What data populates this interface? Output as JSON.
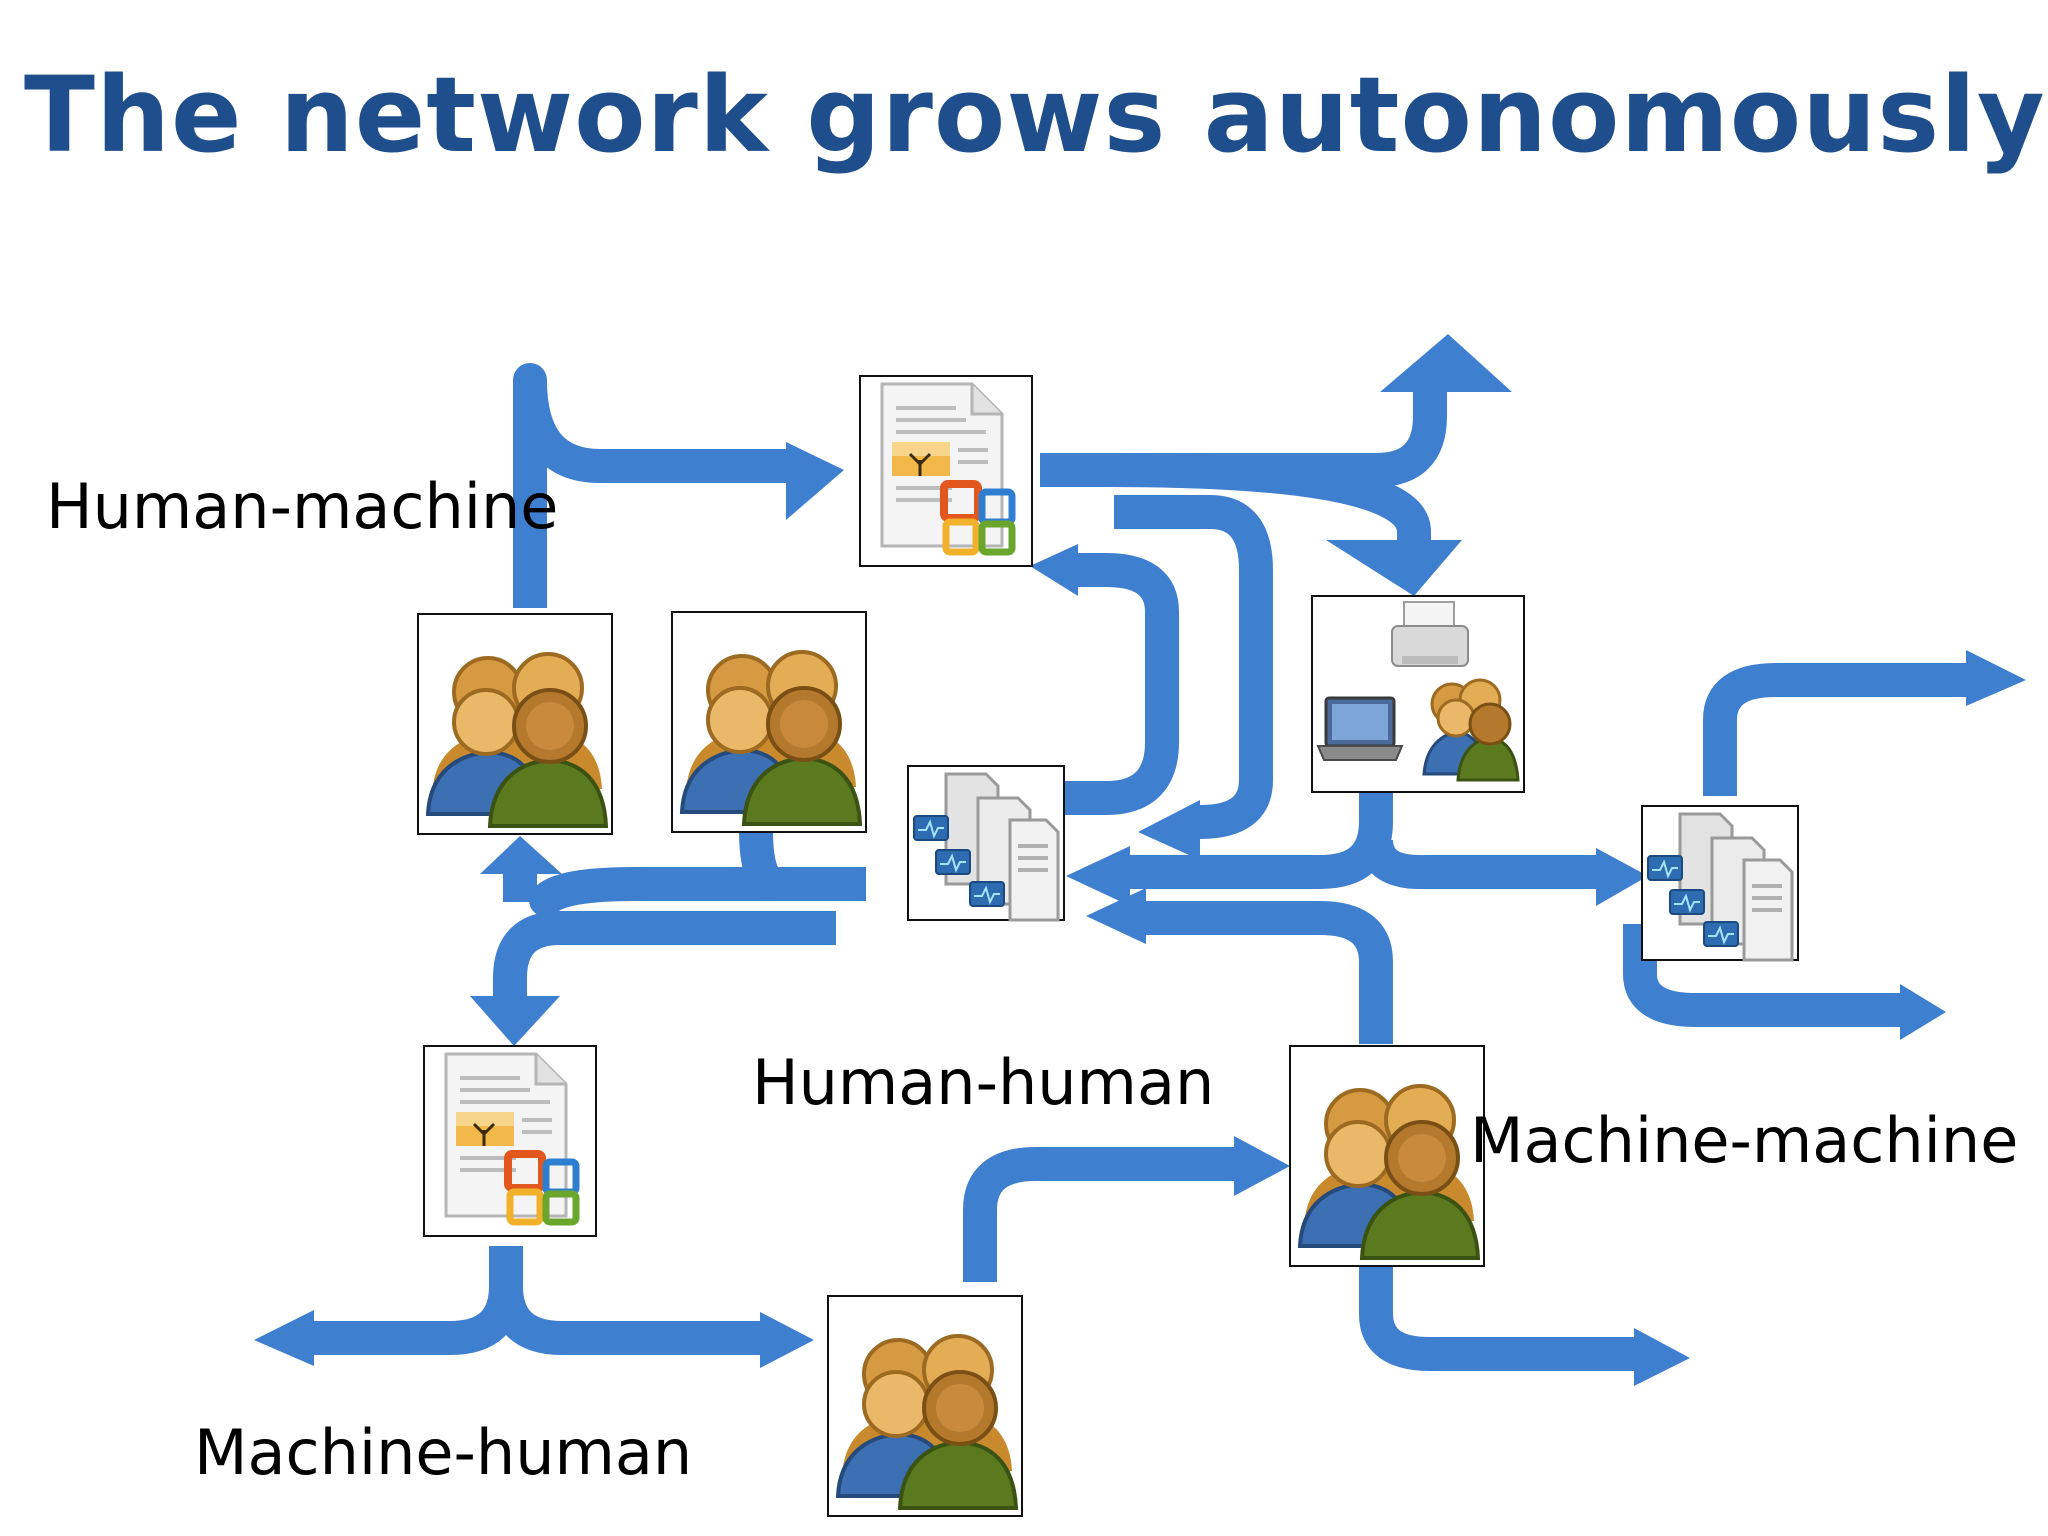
{
  "title": "The network grows autonomously",
  "labels": {
    "human_machine": "Human-machine",
    "human_human": "Human-human",
    "machine_machine": "Machine-machine",
    "machine_human": "Machine-human"
  },
  "colors": {
    "title": "#1f4e8c",
    "arrow": "#3f7fcf"
  },
  "icons": {
    "people": "people-group-icon",
    "document": "office-document-icon",
    "servers": "server-cluster-icon",
    "devices": "printer-laptop-people-icon"
  }
}
